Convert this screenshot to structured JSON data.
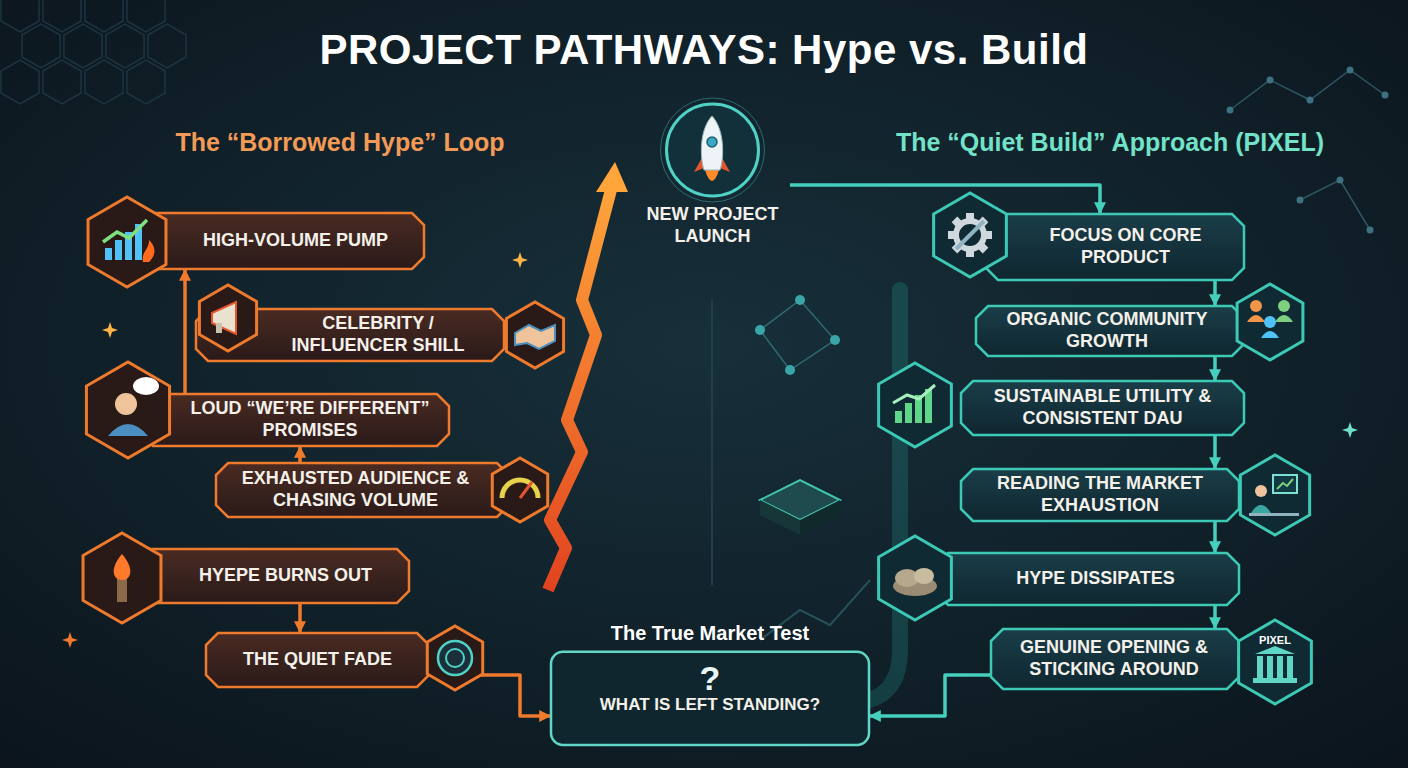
{
  "diagram": {
    "title": "PROJECT PATHWAYS: Hype vs. Build",
    "nodes": [
      {
        "text": [
          "NEW PROJECT LAUNCH"
        ]
      },
      {
        "text": [
          "HIGH-VOLUME PUMP"
        ]
      },
      {
        "text": [
          "CELEBRITY / INFLUENCER SHILL"
        ]
      },
      {
        "text": [
          "LOUD “WE’RE DIFFERENT” PROMISES"
        ]
      },
      {
        "text": [
          "EXHAUSTED AUDIENCE & CHASING VOLUME"
        ]
      },
      {
        "text": [
          "HYEPE BURNS OUT"
        ]
      },
      {
        "text": [
          "THE QUIET FADE"
        ]
      },
      {
        "text": [
          "FOCUS ON CORE PRODUCT"
        ]
      },
      {
        "text": [
          "ORGANIC COMMUNITY GROWTH"
        ]
      },
      {
        "text": [
          "SUSTAINABLE UTILITY & CONSISTENT DAU"
        ]
      },
      {
        "text": [
          "READING THE MARKET EXHAUSTION"
        ]
      },
      {
        "text": [
          "HYPE DISSIPATES"
        ]
      },
      {
        "text": [
          "GENUINE OPENING & STICKING AROUND"
        ]
      },
      {
        "text": [
          "The True Market Test",
          "?",
          "WHAT IS LEFT STANDING?"
        ]
      }
    ],
    "edges": [
      {
        "from": 0,
        "to": 7,
        "arrow": "to"
      },
      {
        "from": 7,
        "to": 8,
        "arrow": "to"
      },
      {
        "from": 8,
        "to": 9,
        "arrow": "to"
      },
      {
        "from": 9,
        "to": 10,
        "arrow": "to"
      },
      {
        "from": 10,
        "to": 11,
        "arrow": "to"
      },
      {
        "from": 11,
        "to": 12,
        "arrow": "to"
      },
      {
        "from": 12,
        "to": 13,
        "arrow": "to"
      },
      {
        "from": 6,
        "to": 13,
        "arrow": "to"
      },
      {
        "from": 5,
        "to": 6,
        "arrow": "to"
      },
      {
        "from": 4,
        "to": 3,
        "arrow": "to"
      },
      {
        "from": 3,
        "to": 1,
        "arrow": "to"
      }
    ],
    "labels": [
      "The “Borrowed Hype” Loop",
      "The “Quiet Build” Approach (PIXEL)",
      "PIXEL"
    ]
  }
}
